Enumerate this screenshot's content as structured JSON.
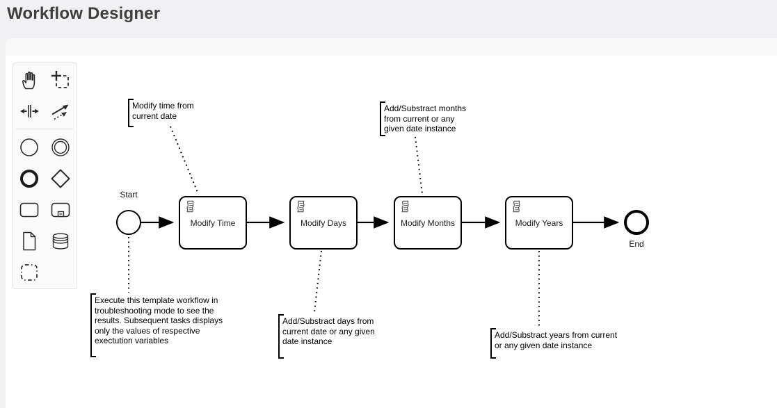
{
  "app": {
    "title": "Workflow Designer"
  },
  "palette": {
    "tools": [
      {
        "icon": "hand-tool-icon"
      },
      {
        "icon": "lasso-tool-icon"
      },
      {
        "icon": "space-tool-icon"
      },
      {
        "icon": "global-connect-tool-icon"
      },
      {
        "icon": "create-start-event-icon"
      },
      {
        "icon": "create-intermediate-event-icon"
      },
      {
        "icon": "create-end-event-icon"
      },
      {
        "icon": "create-gateway-icon"
      },
      {
        "icon": "create-task-icon"
      },
      {
        "icon": "create-subprocess-icon"
      },
      {
        "icon": "create-data-object-icon"
      },
      {
        "icon": "create-data-store-icon"
      },
      {
        "icon": "create-group-icon"
      }
    ]
  },
  "diagram": {
    "start_event": {
      "label": "Start"
    },
    "end_event": {
      "label": "End"
    },
    "tasks": [
      {
        "label": "Modify Time",
        "icon": "script-icon"
      },
      {
        "label": "Modify Days",
        "icon": "script-icon"
      },
      {
        "label": "Modify Months",
        "icon": "script-icon"
      },
      {
        "label": "Modify Years",
        "icon": "script-icon"
      }
    ],
    "annotations": [
      {
        "id": "time",
        "lines": [
          "Modify time from",
          "current date"
        ]
      },
      {
        "id": "months",
        "lines": [
          "Add/Substract months",
          "from current or any",
          "given date instance"
        ]
      },
      {
        "id": "execute",
        "lines": [
          "Execute this template workflow in",
          "troubleshooting mode to see the",
          "results. Subsequent tasks displays",
          "only the values of respective",
          "exectution variables"
        ]
      },
      {
        "id": "days",
        "lines": [
          "Add/Substract days from",
          "current date or any given",
          "date instance"
        ]
      },
      {
        "id": "years",
        "lines": [
          "Add/Substract years from current",
          "or any given date instance"
        ]
      }
    ]
  },
  "colors": {
    "page_bg": "#f1f0f3",
    "panel_bg": "#ffffff",
    "panel_strip": "#f8f8f9",
    "palette_bg": "#fafafa",
    "palette_border": "#e4e4e4",
    "diagram_stroke": "#000000",
    "title_text": "#3e3e3e"
  }
}
